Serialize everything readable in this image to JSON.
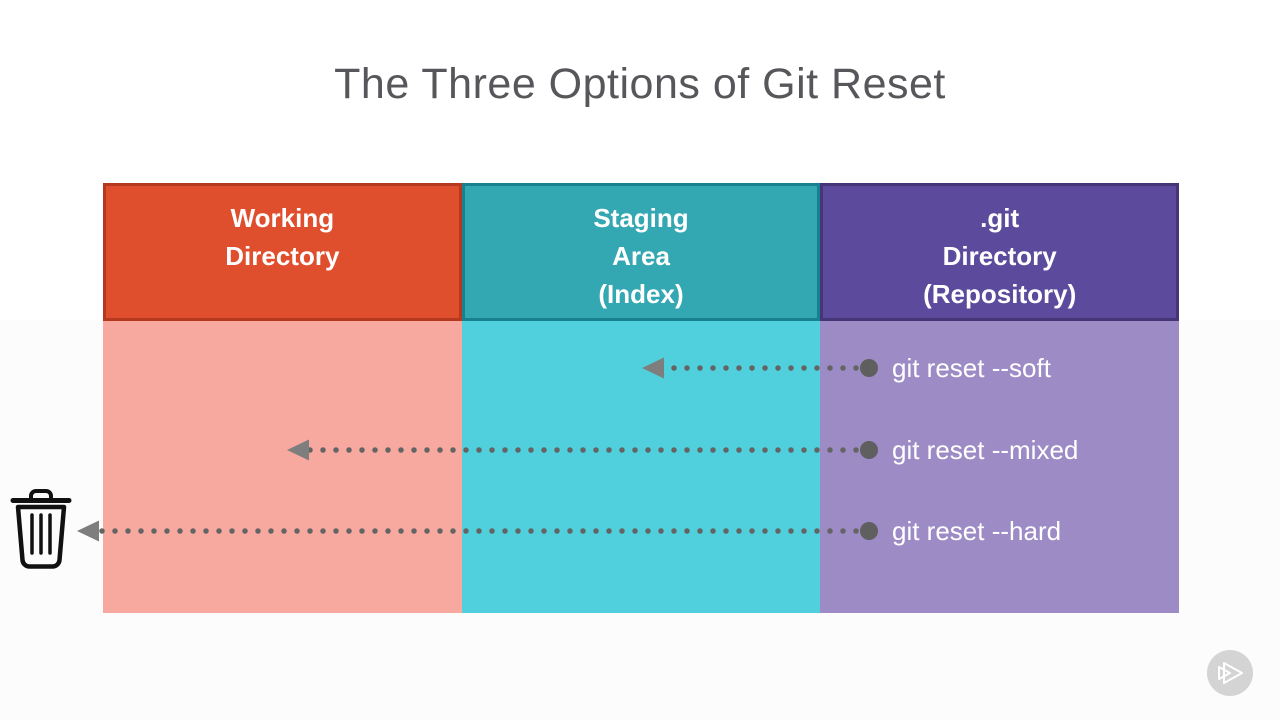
{
  "title": "The Three Options of Git Reset",
  "columns": [
    {
      "name": "working-directory",
      "lines": [
        "Working",
        "Directory"
      ],
      "header_bg": "#df4f2e",
      "header_border": "#b5391f",
      "body_bg": "#f7a9a0"
    },
    {
      "name": "staging-area",
      "lines": [
        "Staging",
        "Area",
        "(Index)"
      ],
      "header_bg": "#33a7b2",
      "header_border": "#17818f",
      "body_bg": "#50cfdc"
    },
    {
      "name": "git-directory",
      "lines": [
        ".git",
        "Directory",
        "(Repository)"
      ],
      "header_bg": "#5c4b9c",
      "header_border": "#473677",
      "body_bg": "#9c8bc5"
    }
  ],
  "arrows": [
    {
      "label": "git reset --soft",
      "from": "git-directory",
      "to": "staging-area"
    },
    {
      "label": "git reset --mixed",
      "from": "git-directory",
      "to": "working-directory"
    },
    {
      "label": "git reset --hard",
      "from": "git-directory",
      "to": "trash"
    }
  ],
  "icons": {
    "trash": "trash-icon",
    "logo": "pluralsight-play-icon"
  },
  "colors": {
    "title_text": "#57575b",
    "label_text": "#ffffff",
    "arrow_dots": "#646464",
    "arrowhead": "#7e7e7e",
    "origin_dot": "#5f5f5f",
    "lower_band_bg": "#fcfcfc",
    "logo_circle": "#d4d4d4",
    "trash_stroke": "#111111"
  }
}
